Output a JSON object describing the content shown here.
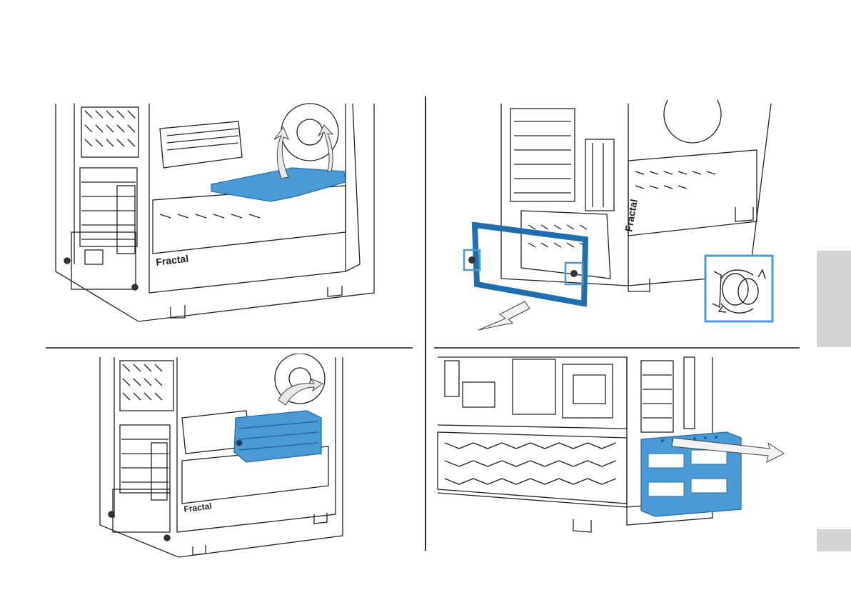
{
  "brand": {
    "logo_text": "Fractal"
  },
  "colors": {
    "highlight_blue": "#4a9ad6",
    "highlight_blue_dark": "#1f6fb0",
    "line": "#222222",
    "side_tab": "#d4d4d4",
    "background": "#ffffff"
  },
  "steps": [
    {
      "id": 1,
      "icon": "hdd-tray-removal-illustration"
    },
    {
      "id": 2,
      "icon": "psu-bracket-removal-illustration"
    },
    {
      "id": 3,
      "icon": "drive-cage-mount-illustration"
    },
    {
      "id": 4,
      "icon": "drive-cage-slide-out-illustration"
    }
  ],
  "callout": {
    "icon": "thumbscrew-rotate-icon"
  }
}
